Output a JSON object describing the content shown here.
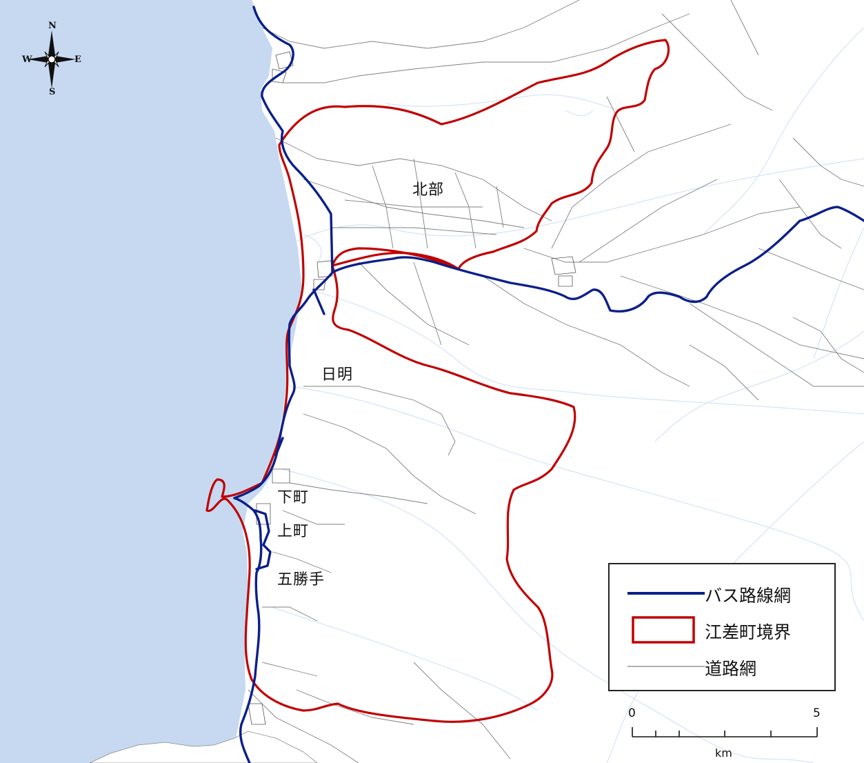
{
  "colors": {
    "sea": "#c6d9f1",
    "bus": "#0b1f8a",
    "boundary": "#c00000",
    "road": "#7f7f7f",
    "river": "#d6e3f5",
    "land": "#ffffff"
  },
  "compass": {
    "north": "N",
    "south": "S",
    "west": "W",
    "east": "E",
    "icon": "compass-rose-icon"
  },
  "places": [
    {
      "name": "北部"
    },
    {
      "name": "日明"
    },
    {
      "name": "下町"
    },
    {
      "name": "上町"
    },
    {
      "name": "五勝手"
    }
  ],
  "legend": {
    "bus": "バス路線網",
    "boundary": "江差町境界",
    "road": "道路網"
  },
  "scale": {
    "start": "0",
    "end": "5",
    "unit": "km"
  }
}
